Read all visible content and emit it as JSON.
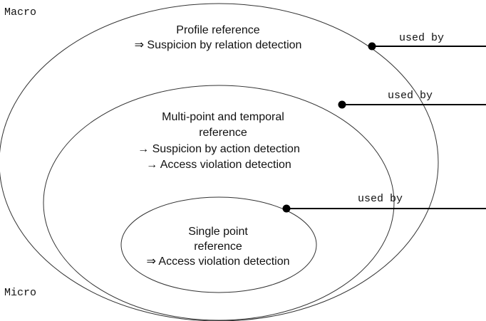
{
  "scale": {
    "top_label": "Macro",
    "bottom_label": "Micro"
  },
  "outer": {
    "line1": "Profile reference",
    "line2": "⇒ Suspicion by relation detection",
    "connector_label": "used by"
  },
  "middle": {
    "line1": "Multi-point and temporal",
    "line2": "reference",
    "line3": "→ Suspicion by action detection",
    "line4": "→ Access violation detection",
    "connector_label": "used by"
  },
  "inner": {
    "line1": "Single point",
    "line2": "reference",
    "line3": "⇒ Access violation detection",
    "connector_label": "used by"
  }
}
